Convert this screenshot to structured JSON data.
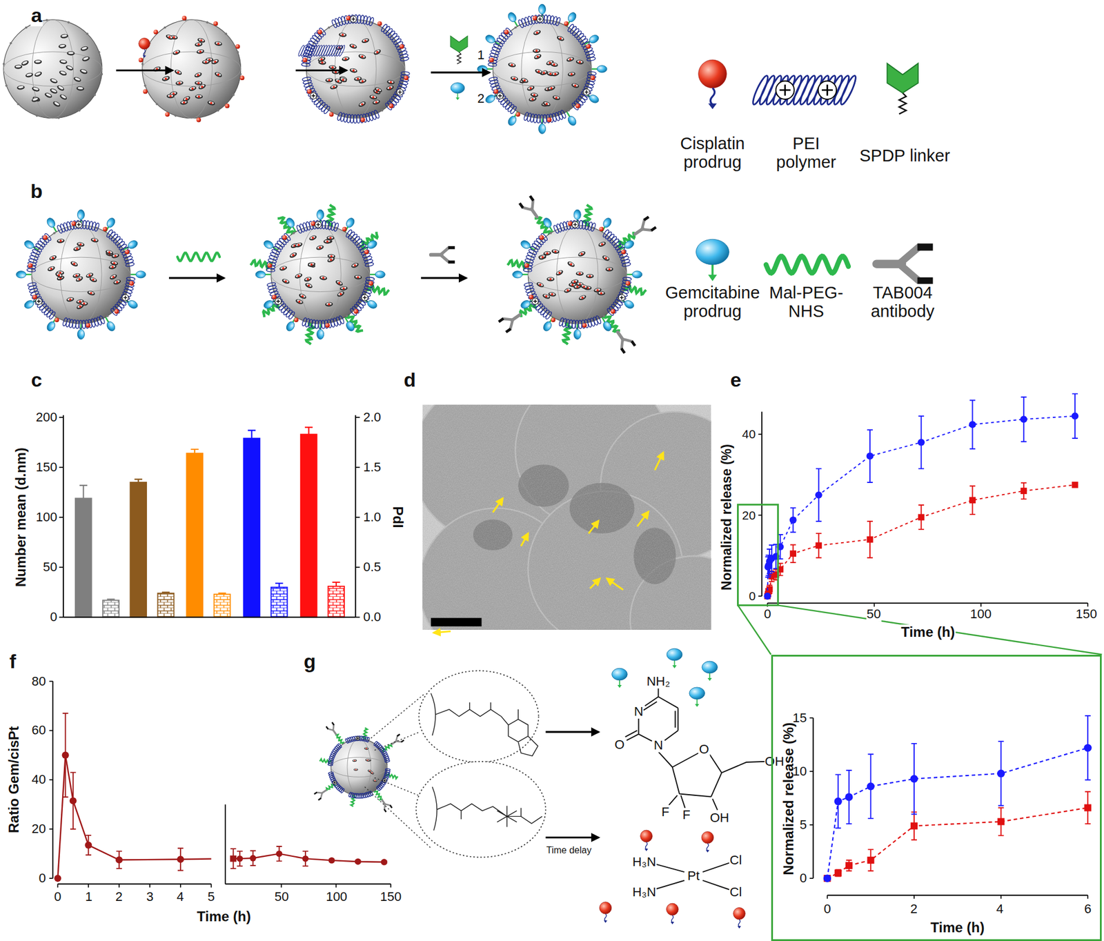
{
  "diagram": {
    "nodes": [
      {
        "text": [
          "Normalized release (%)",
          "15",
          "10",
          "5",
          "0",
          "0",
          "2",
          "4",
          "6",
          "Time (h)"
        ]
      }
    ],
    "labels": [
      "a",
      "1",
      "2",
      "Cisplatin prodrug",
      "PEI polymer",
      "SPDP linker",
      "b",
      "Gemcitabine prodrug",
      "Mal-PEG-NHS",
      "TAB004 antibody",
      "c",
      "200",
      "150",
      "100",
      "50",
      "0",
      "Number mean (d.nm)",
      "2.0",
      "1.5",
      "1.0",
      "0.5",
      "0.0",
      "PdI",
      "d",
      "e",
      "40",
      "20",
      "0",
      "Normalized release (%)",
      "0",
      "50",
      "100",
      "150",
      "Time (h)",
      "f",
      "80",
      "60",
      "40",
      "20",
      "0",
      "Ratio Gem/cisPt",
      "0",
      "1",
      "2",
      "3",
      "4",
      "5",
      "50",
      "100",
      "150",
      "Time (h)",
      "g",
      "Time delay",
      "NH₂",
      "N",
      "N",
      "O",
      "O",
      "OH",
      "OH",
      "F",
      "F",
      "H₃N",
      "H₃N",
      "Pt",
      "Cl",
      "Cl"
    ]
  }
}
